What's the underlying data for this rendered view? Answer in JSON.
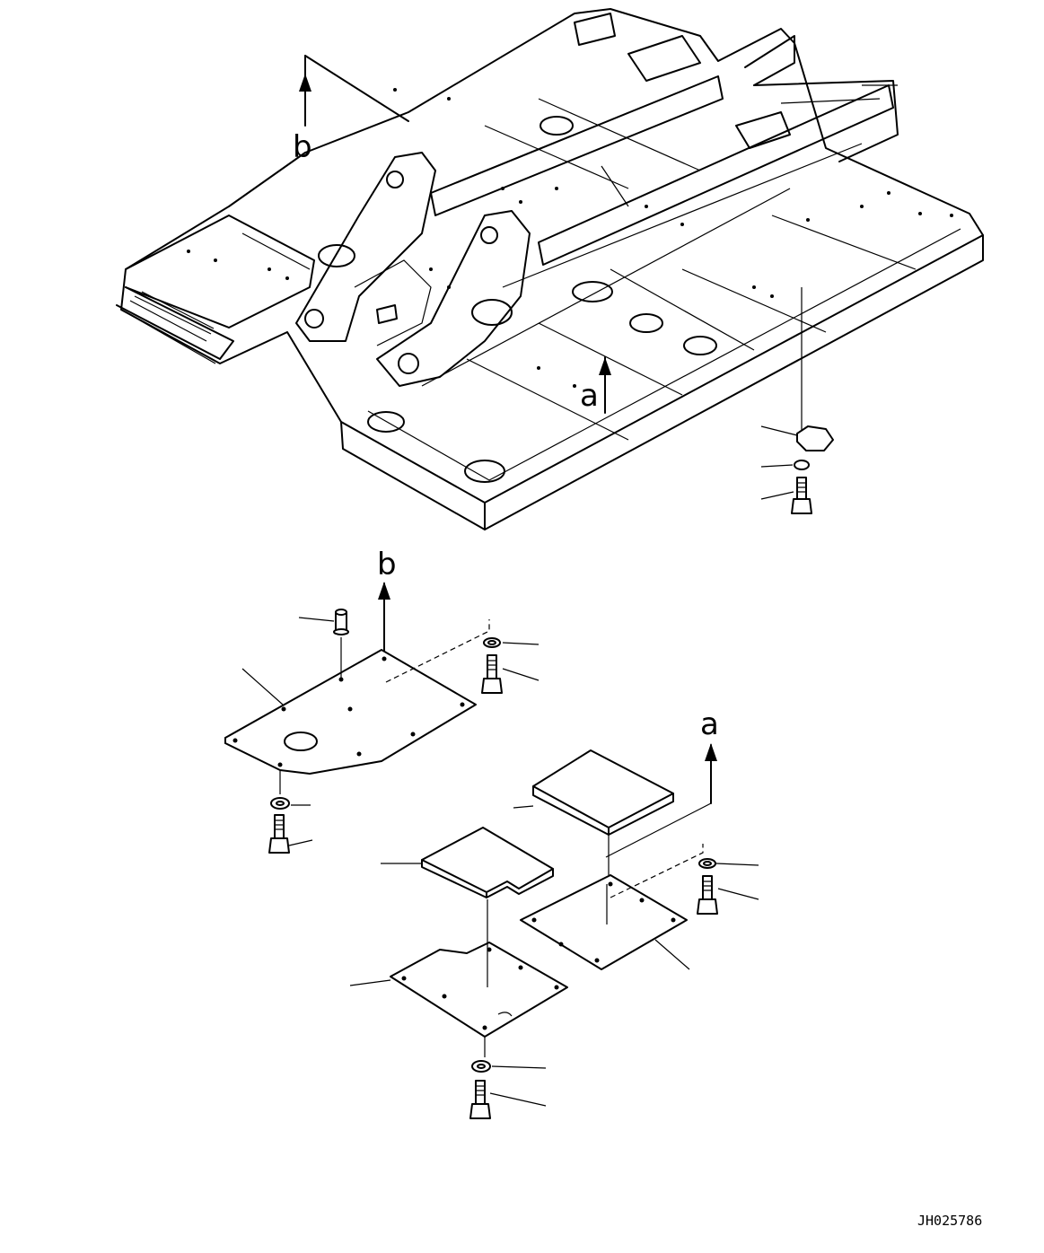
{
  "labels": {
    "view_a_top": "a",
    "view_b_top": "b",
    "view_b_detail": "b",
    "view_a_detail": "a"
  },
  "drawing_ref": "JH025786"
}
